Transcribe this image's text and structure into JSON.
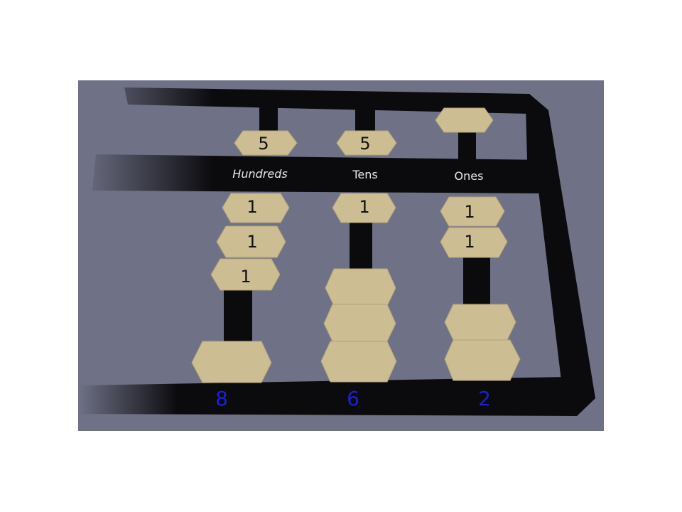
{
  "abacus": {
    "columns": [
      {
        "label": "Hundreds",
        "upper_bead_label": "5",
        "upper_bead_active": true,
        "lower_labels": [
          "1",
          "1",
          "1"
        ],
        "total": "8"
      },
      {
        "label": "Tens",
        "upper_bead_label": "5",
        "upper_bead_active": true,
        "lower_labels": [
          "1"
        ],
        "total": "6"
      },
      {
        "label": "Ones",
        "upper_bead_label": "",
        "upper_bead_active": false,
        "lower_labels": [
          "1",
          "1"
        ],
        "total": "2"
      }
    ]
  },
  "colors": {
    "background": "#6f7186",
    "frame": "#0b0b0e",
    "bead": "#cdbd92",
    "bead_shadow": "#a8986f",
    "total_text": "#1f1fd6"
  }
}
